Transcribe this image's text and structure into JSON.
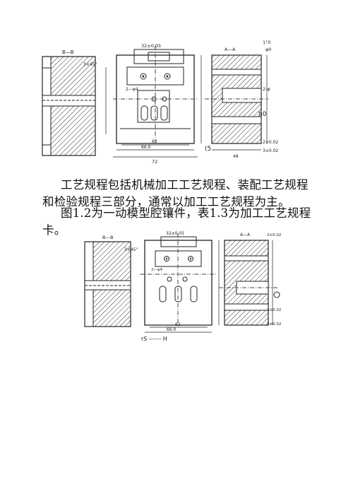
{
  "paragraph1": {
    "line1": "工艺规程包括机械加工工艺规程、装配工艺规程",
    "line2": "和检验规程三部分，通常以加工工艺规程为主。"
  },
  "paragraph2": {
    "line1": "图1.2为一动模型腔镶件，表1.3为加工工艺规程",
    "line2": "卡。"
  },
  "drawing_top": {
    "section_label": "B—B",
    "chamfer": "3×45°",
    "dim_top": "32±0.05",
    "dim_bottom_a": "62",
    "dim_bottom_b": "66.0",
    "dim_overall": "72",
    "hole_note": "2—φ4",
    "section_right": "A—A",
    "right_notes": [
      "1°0",
      "φ0",
      "2-φ",
      "h0",
      "2±0.02",
      "3±0.02",
      "48"
    ],
    "marker": "(5"
  },
  "drawing_bottom": {
    "section_label": "B—B",
    "chamfer": "3×45°",
    "dim_top": "32±0.05",
    "dim_bottom_a": "62",
    "dim_bottom_b": "66.0",
    "hole_note": "2—φ4",
    "section_right": "A—A",
    "right_notes": [
      "2±0.02",
      "3±0.02",
      "3±0.02"
    ],
    "caption_fragment": "rS  ------  H"
  }
}
